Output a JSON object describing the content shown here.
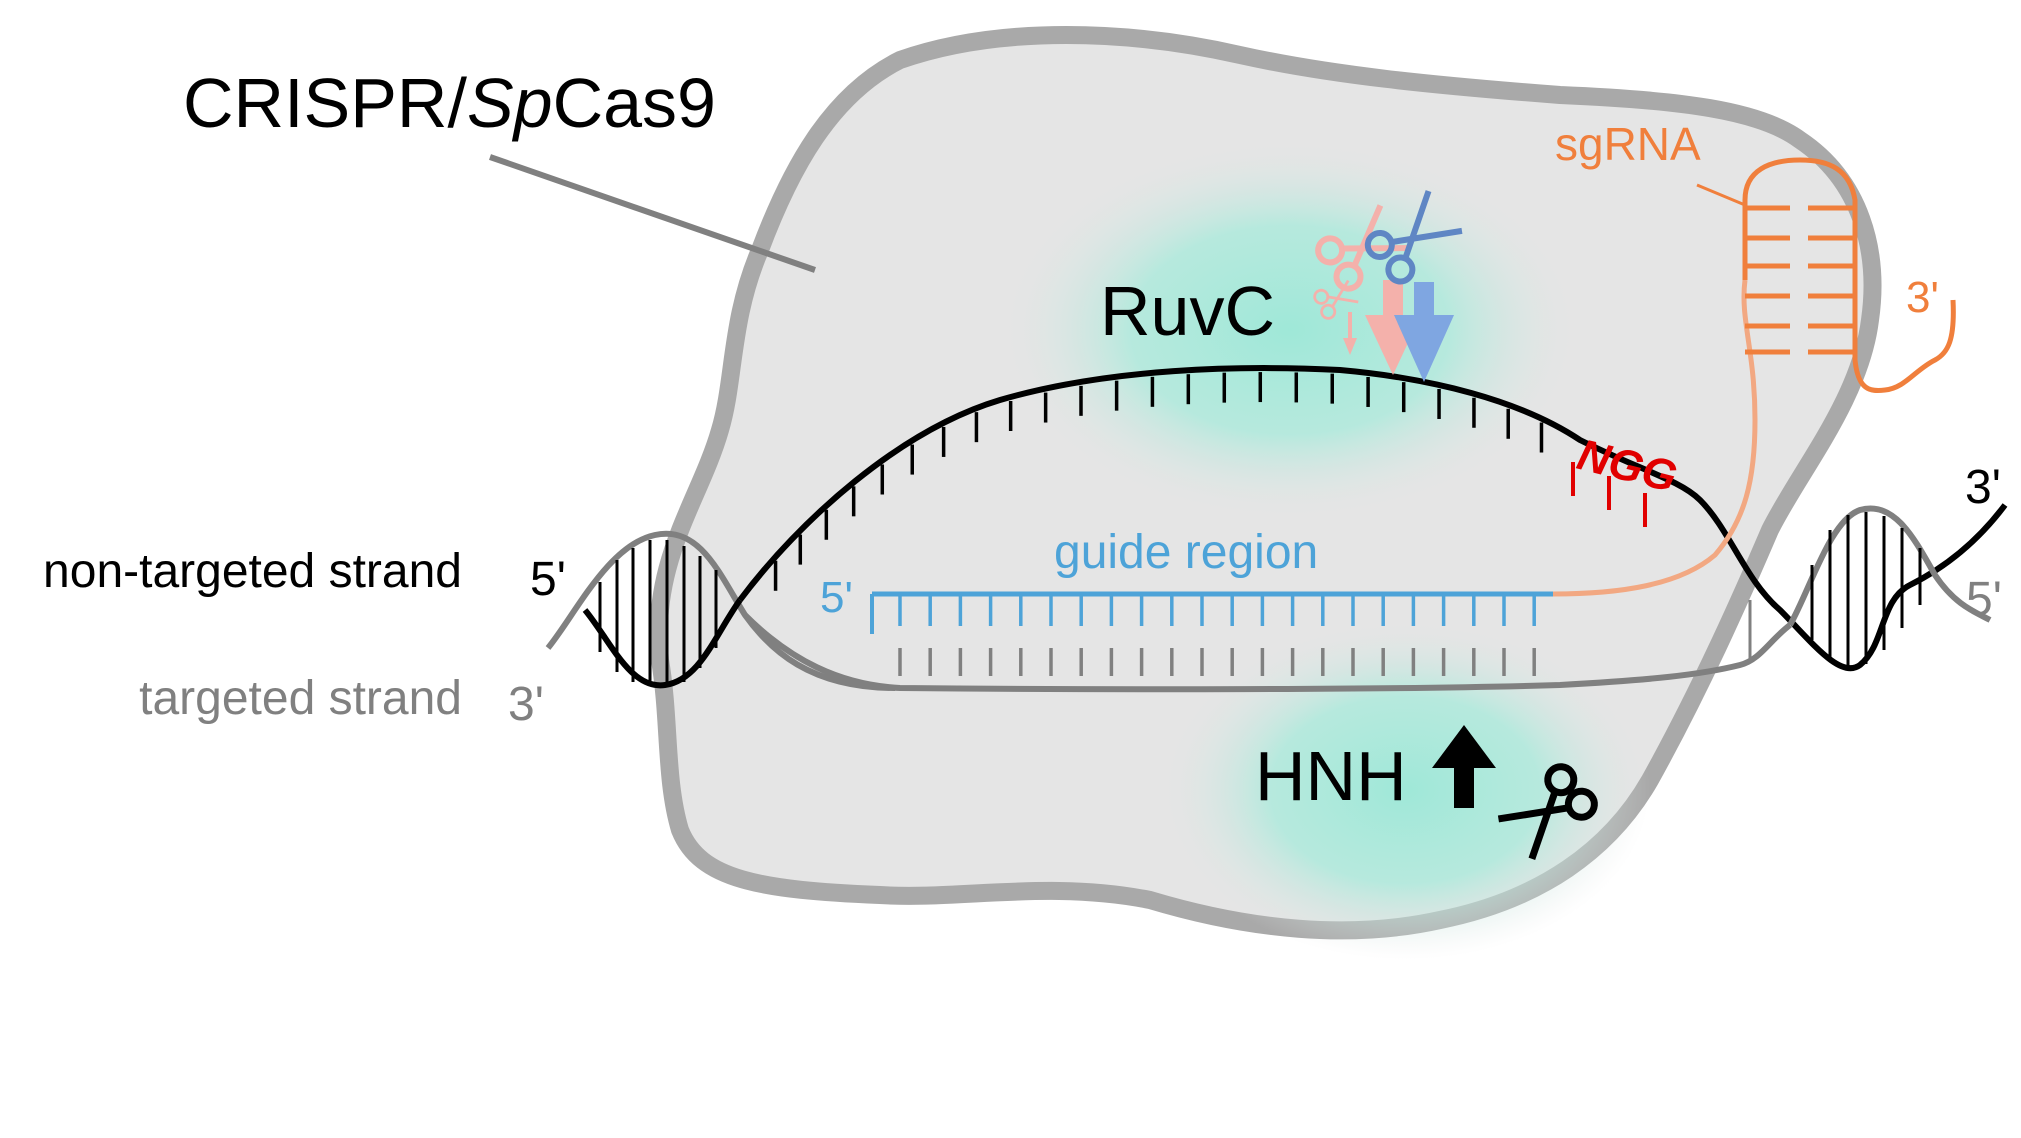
{
  "title": {
    "prefix": "CRISPR/",
    "italic": "Sp",
    "suffix": "Cas9"
  },
  "domains": {
    "ruvc": "RuvC",
    "hnh": "HNH"
  },
  "strands": {
    "non_targeted": "non-targeted strand",
    "targeted": "targeted strand"
  },
  "ends": {
    "nt_left": "5'",
    "t_left": "3'",
    "nt_right": "3'",
    "t_right": "5'",
    "guide_5": "5'",
    "sgrna_3": "3'"
  },
  "labels": {
    "pam": "NGG",
    "guide_region": "guide region",
    "sgrna": "sgRNA"
  },
  "colors": {
    "protein": "#e5e5e5",
    "protein_edge": "#a9a9a9",
    "domain_glow": "#a2eadb",
    "non_targeted": "#000000",
    "targeted": "#808080",
    "guide": "#4da3d8",
    "pam": "#e10000",
    "sgrna": "#f07f3c",
    "sgrna_link": "#f2a882",
    "cut_pink": "#f4b1ab",
    "cut_blue": "#7fa6e1"
  },
  "icons": [
    "scissors-icon",
    "arrow-up-icon",
    "arrow-down-icon"
  ]
}
